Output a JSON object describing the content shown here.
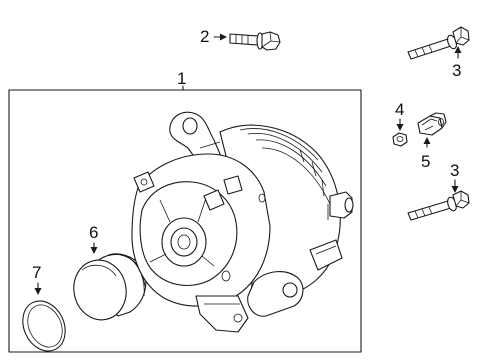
{
  "callouts": {
    "c1": "1",
    "c2": "2",
    "c3a": "3",
    "c3b": "3",
    "c4": "4",
    "c5": "5",
    "c6": "6",
    "c7": "7"
  },
  "colors": {
    "line": "#1a1a1a",
    "background": "#ffffff"
  }
}
